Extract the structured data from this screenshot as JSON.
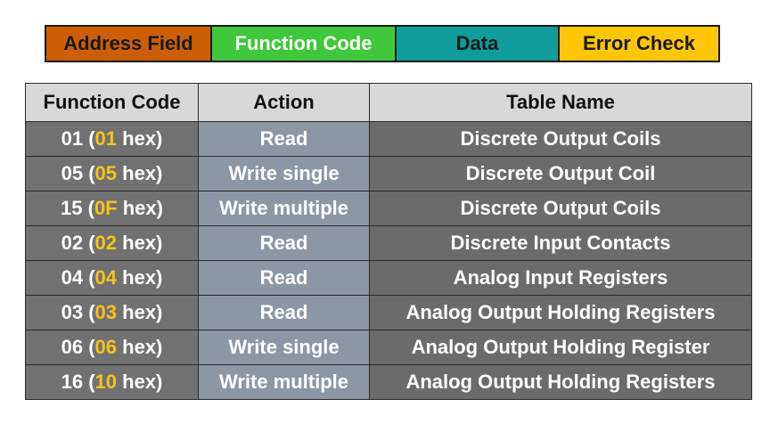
{
  "frame": {
    "segments": [
      {
        "label": "Address Field",
        "color": "#cc5f06"
      },
      {
        "label": "Function Code",
        "color": "#3fc83c"
      },
      {
        "label": "Data",
        "color": "#109c9a"
      },
      {
        "label": "Error Check",
        "color": "#fec604"
      }
    ]
  },
  "table": {
    "headers": [
      "Function Code",
      "Action",
      "Table Name"
    ],
    "rows": [
      {
        "code": "01",
        "hex": "01",
        "action": "Read",
        "table_name": "Discrete Output Coils"
      },
      {
        "code": "05",
        "hex": "05",
        "action": "Write single",
        "table_name": "Discrete Output Coil"
      },
      {
        "code": "15",
        "hex": "0F",
        "action": "Write multiple",
        "table_name": "Discrete Output Coils"
      },
      {
        "code": "02",
        "hex": "02",
        "action": "Read",
        "table_name": "Discrete Input Contacts"
      },
      {
        "code": "04",
        "hex": "04",
        "action": "Read",
        "table_name": "Analog Input Registers"
      },
      {
        "code": "03",
        "hex": "03",
        "action": "Read",
        "table_name": "Analog Output Holding Registers"
      },
      {
        "code": "06",
        "hex": "06",
        "action": "Write single",
        "table_name": "Analog Output Holding Register"
      },
      {
        "code": "16",
        "hex": "10",
        "action": "Write multiple",
        "table_name": "Analog Output Holding Registers"
      }
    ],
    "code_open": " (",
    "hex_suffix": " hex)"
  },
  "colors": {
    "hex_highlight": "#f7c21c",
    "header_bg": "#d8d8d8",
    "code_bg": "#717171",
    "action_bg": "#8b97a5",
    "table_bg": "#6b6b6b"
  }
}
